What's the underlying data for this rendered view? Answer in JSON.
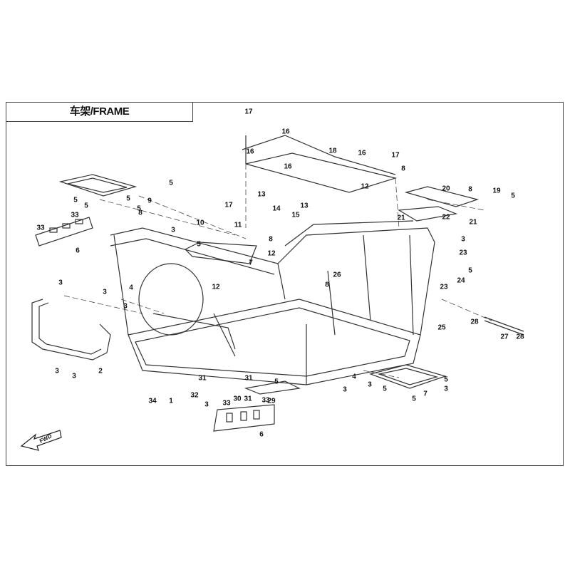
{
  "title": "车架/FRAME",
  "direction_indicator": "FWD",
  "callouts": [
    "17",
    "16",
    "18",
    "16",
    "16",
    "17",
    "16",
    "8",
    "12",
    "20",
    "8",
    "19",
    "5",
    "13",
    "13",
    "14",
    "15",
    "21",
    "22",
    "21",
    "5",
    "5",
    "5",
    "5",
    "5",
    "9",
    "8",
    "3",
    "10",
    "17",
    "11",
    "5",
    "33",
    "33",
    "6",
    "8",
    "12",
    "7",
    "26",
    "8",
    "23",
    "3",
    "5",
    "24",
    "23",
    "3",
    "3",
    "4",
    "3",
    "12",
    "28",
    "27",
    "28",
    "25",
    "3",
    "3",
    "2",
    "34",
    "1",
    "32",
    "3",
    "31",
    "31",
    "30",
    "31",
    "5",
    "29",
    "33",
    "33",
    "6",
    "3",
    "4",
    "3",
    "5",
    "5",
    "7",
    "3",
    "5"
  ]
}
